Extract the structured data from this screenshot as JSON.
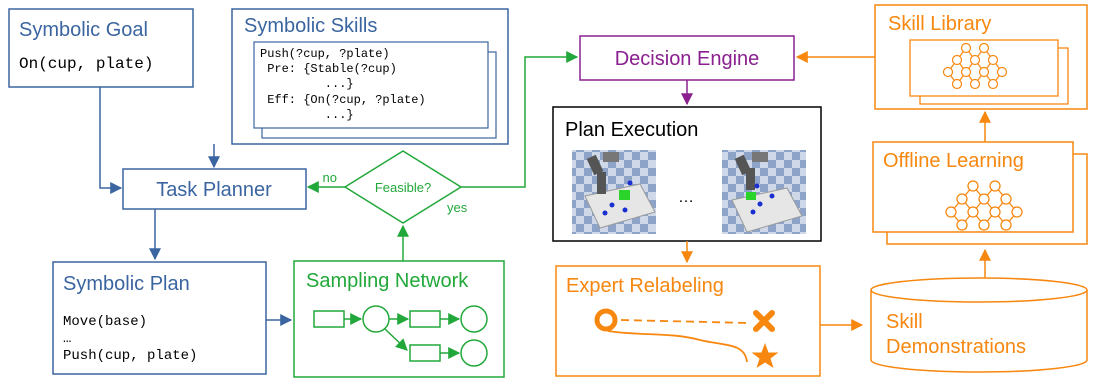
{
  "colors": {
    "blue": "#3b65a0",
    "green": "#22a83a",
    "purple": "#8a2090",
    "orange": "#f7870f",
    "black": "#000000"
  },
  "symbolic_goal": {
    "title": "Symbolic Goal",
    "code": "On(cup, plate)"
  },
  "symbolic_skills": {
    "title": "Symbolic Skills",
    "lines": [
      "Push(?cup, ?plate)",
      " Pre: {Stable(?cup)",
      "         ...}",
      " Eff: {On(?cup, ?plate)",
      "         ...}"
    ]
  },
  "task_planner": {
    "label": "Task Planner"
  },
  "feasible": {
    "label": "Feasible?",
    "no_label": "no",
    "yes_label": "yes"
  },
  "symbolic_plan": {
    "title": "Symbolic Plan",
    "lines": [
      "Move(base)",
      "…",
      "Push(cup, plate)"
    ]
  },
  "sampling_network": {
    "title": "Sampling Network"
  },
  "decision_engine": {
    "label": "Decision Engine"
  },
  "plan_execution": {
    "title": "Plan Execution",
    "ellipsis": "…"
  },
  "expert_relabeling": {
    "title": "Expert Relabeling"
  },
  "skill_library": {
    "title": "Skill Library"
  },
  "offline_learning": {
    "title": "Offline Learning"
  },
  "skill_demonstrations": {
    "line1": "Skill",
    "line2": "Demonstrations"
  }
}
